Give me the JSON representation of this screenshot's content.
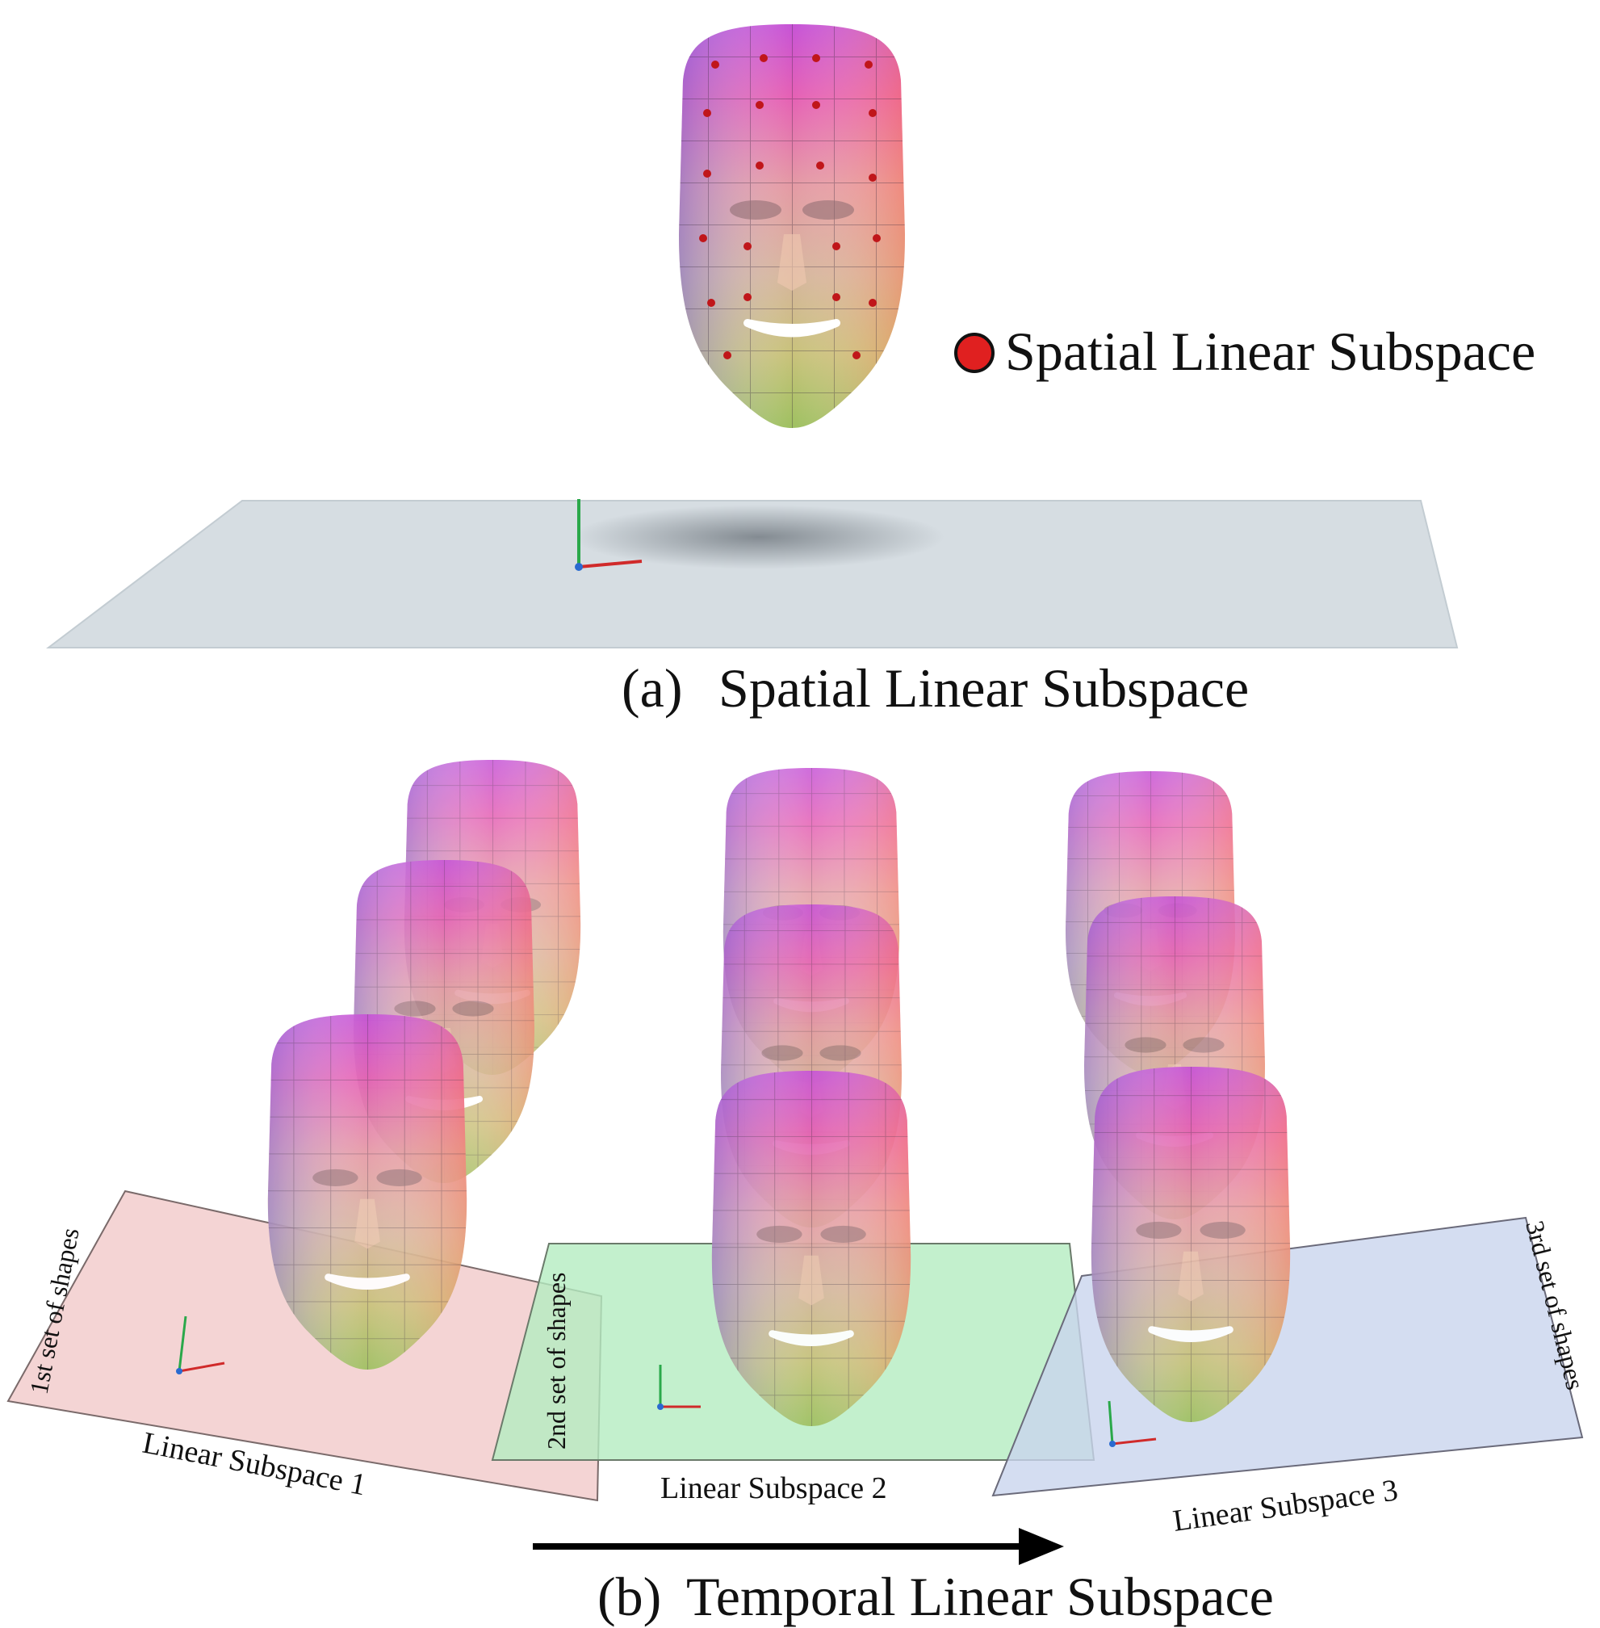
{
  "panel_a": {
    "legend_label": "Spatial Linear Subspace",
    "caption_letter": "(a)",
    "caption_text": "Spatial Linear Subspace",
    "marker_color": "#e02020"
  },
  "panel_b": {
    "caption_letter": "(b)",
    "caption_text": "Temporal Linear Subspace",
    "subspaces": [
      {
        "label": "Linear Subspace 1",
        "set_label": "1st set of shapes",
        "color": "#f1c9c9"
      },
      {
        "label": "Linear Subspace 2",
        "set_label": "2nd set of shapes",
        "color": "#b4ecc0"
      },
      {
        "label": "Linear Subspace 3",
        "set_label": "3rd set of shapes",
        "color": "#c9d4ee"
      }
    ]
  },
  "colors": {
    "head_top": "#d94fd0",
    "head_mid": "#e88ca0",
    "head_face": "#d8b7a0",
    "head_chin": "#b8c070",
    "ground": "#d6dde2"
  }
}
